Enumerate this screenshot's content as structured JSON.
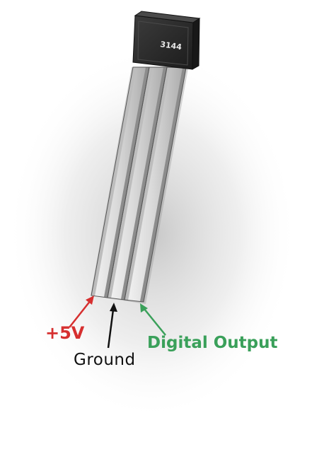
{
  "component": {
    "marking": "3144",
    "body_color": "#2b2b2b",
    "lead_color": "#d6d6d6"
  },
  "labels": {
    "vcc": {
      "text": "+5V",
      "color": "#d62f2f"
    },
    "ground": {
      "text": "Ground",
      "color": "#111111"
    },
    "output": {
      "text": "Digital Output",
      "color": "#3aa05a"
    }
  }
}
